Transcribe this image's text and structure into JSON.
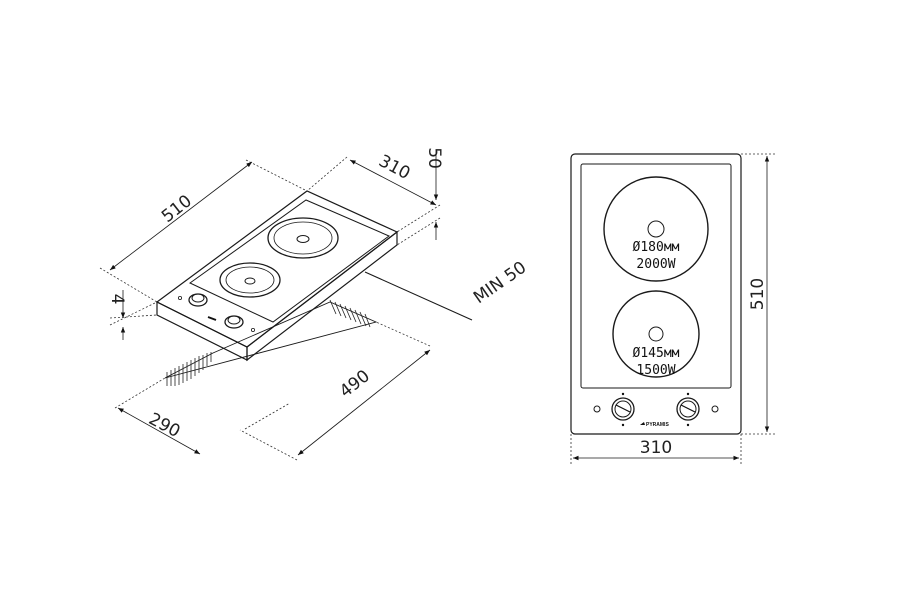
{
  "iso_view": {
    "dim_length": "510",
    "dim_width": "310",
    "dim_height": "50",
    "dim_lip": "4",
    "dim_min_clearance": "MIN 50",
    "cutout_length": "490",
    "cutout_width": "290"
  },
  "top_view": {
    "dim_length": "510",
    "dim_width": "310",
    "burners": [
      {
        "diameter": "Ø180мм",
        "power": "2000W"
      },
      {
        "diameter": "Ø145мм",
        "power": "1500W"
      }
    ],
    "brand": "PYRAMIS"
  },
  "colors": {
    "line": "#1a1a1a",
    "background": "#ffffff"
  }
}
